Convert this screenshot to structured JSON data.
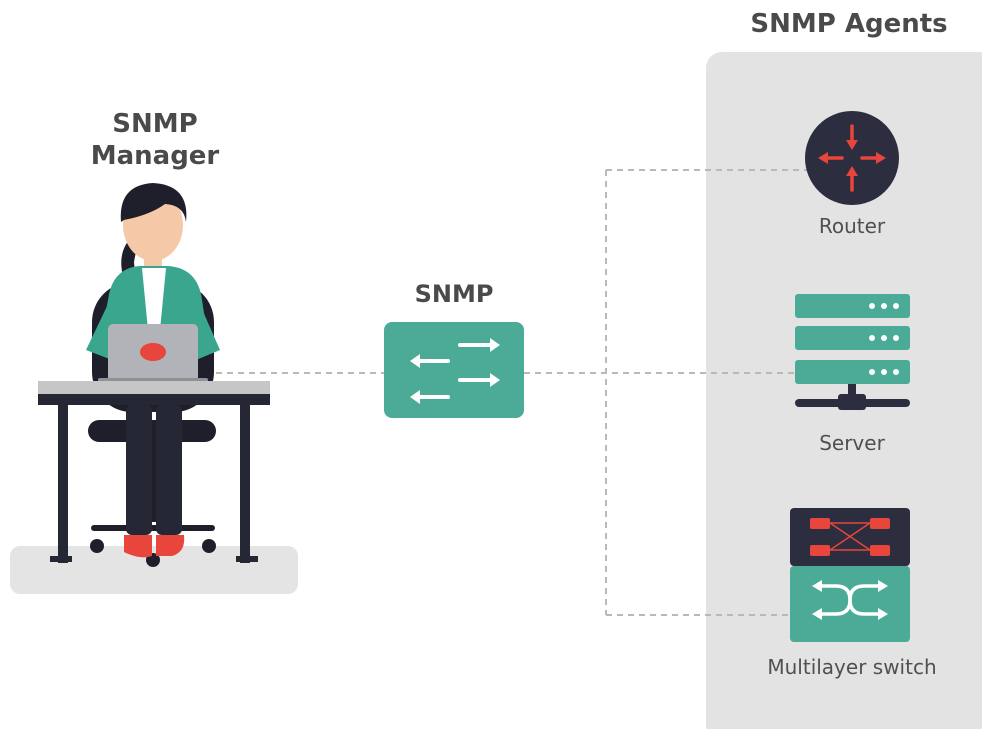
{
  "manager": {
    "title_line1": "SNMP",
    "title_line2": "Manager"
  },
  "protocol": {
    "label": "SNMP"
  },
  "agents": {
    "title": "SNMP Agents",
    "devices": [
      {
        "label": "Router",
        "icon": "router-icon"
      },
      {
        "label": "Server",
        "icon": "server-icon"
      },
      {
        "label": "Multilayer switch",
        "icon": "multilayer-switch-icon"
      }
    ]
  },
  "colors": {
    "teal": "#4bab97",
    "dark_navy": "#2c2d3f",
    "red": "#e8453c",
    "panel": "#e3e3e3",
    "text": "#4a4a4a",
    "connector": "#b9b9b9"
  }
}
